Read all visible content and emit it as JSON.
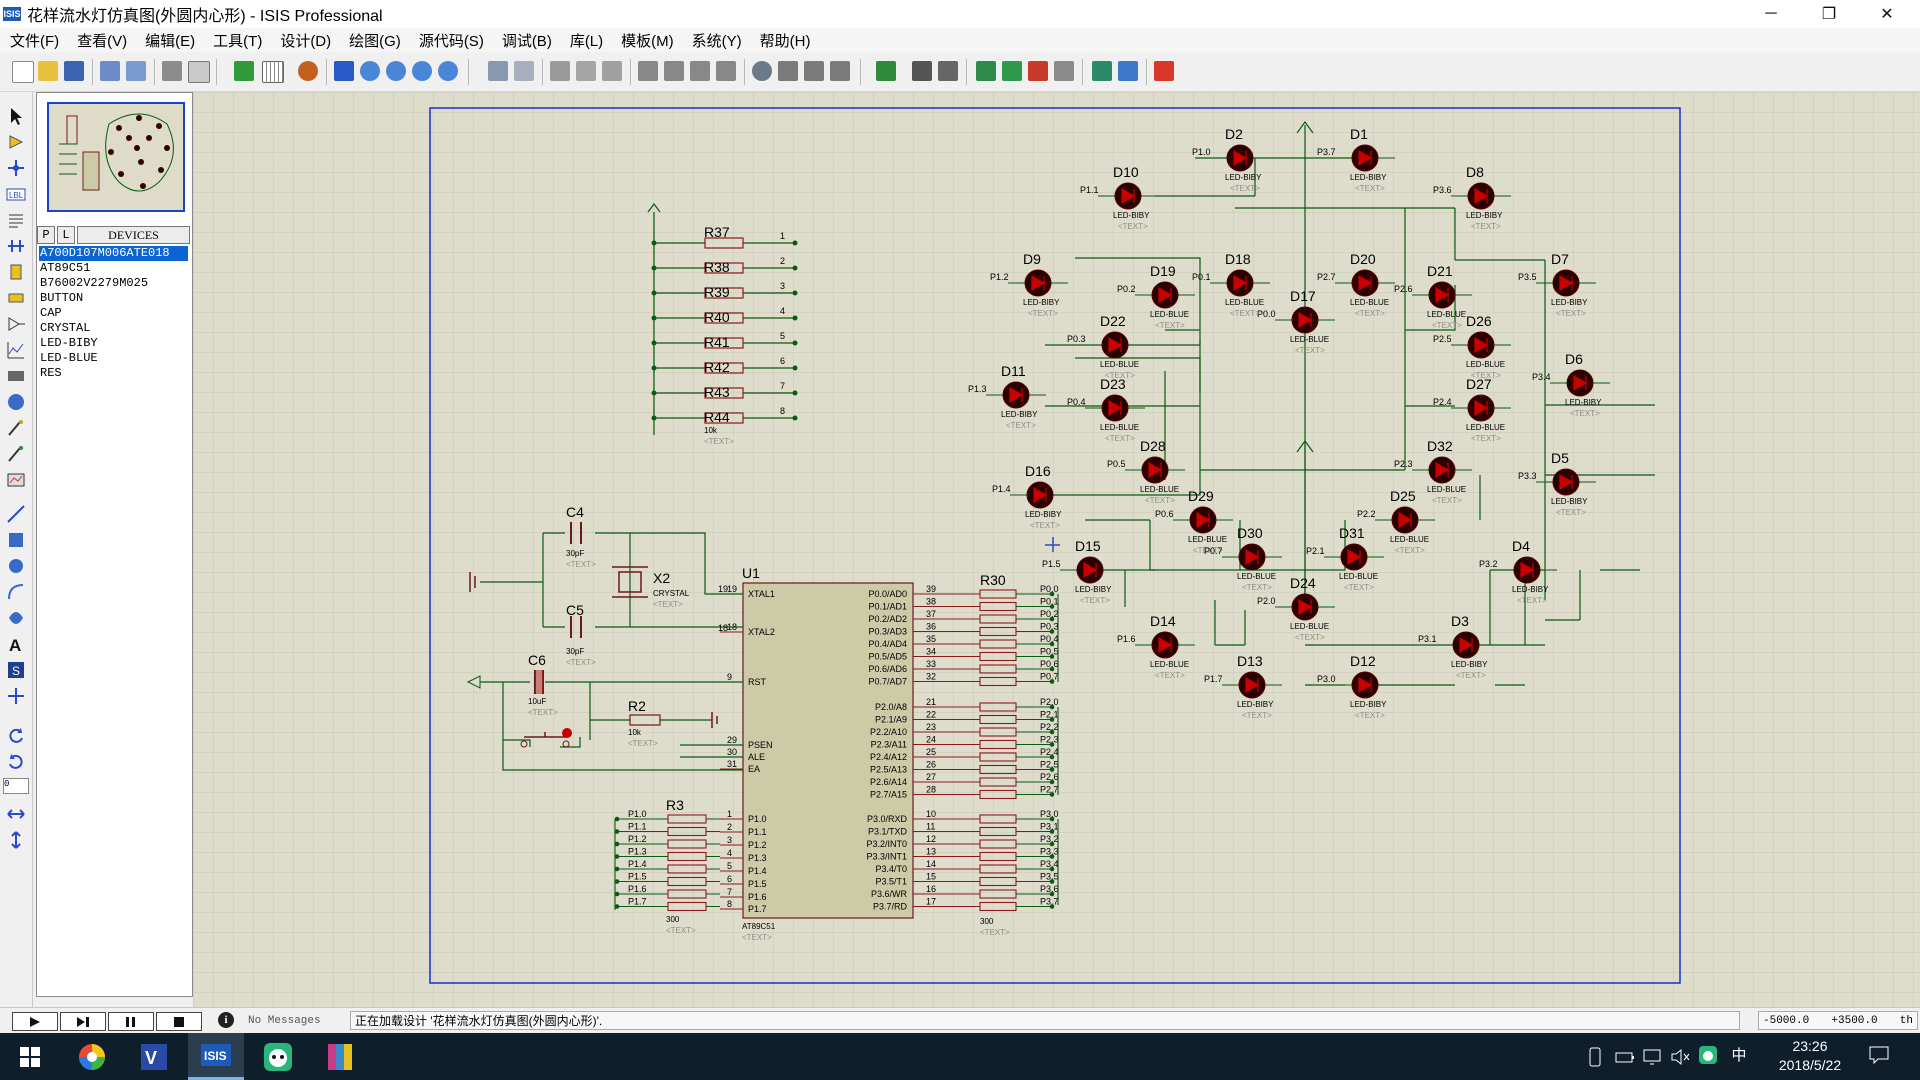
{
  "window": {
    "icon_text": "ISIS",
    "title": "花样流水灯仿真图(外圆内心形) - ISIS Professional",
    "minimize": "─",
    "restore": "❐",
    "close": "✕"
  },
  "menu": [
    "文件(F)",
    "查看(V)",
    "编辑(E)",
    "工具(T)",
    "设计(D)",
    "绘图(G)",
    "源代码(S)",
    "调试(B)",
    "库(L)",
    "模板(M)",
    "系统(Y)",
    "帮助(H)"
  ],
  "device_panel": {
    "p_button": "P",
    "l_button": "L",
    "title": "DEVICES",
    "devices": [
      "A700D107M006ATE018",
      "AT89C51",
      "B76002V2279M025",
      "BUTTON",
      "CAP",
      "CRYSTAL",
      "LED-BIBY",
      "LED-BLUE",
      "RES"
    ],
    "selected_index": 0
  },
  "schematic": {
    "mcu": {
      "ref": "U1",
      "part": "AT89C51",
      "text": "<TEXT>",
      "left_pins": [
        [
          "19",
          "XTAL1"
        ],
        [
          "18",
          "XTAL2"
        ],
        [
          "9",
          "RST"
        ],
        [
          "29",
          "PSEN"
        ],
        [
          "30",
          "ALE"
        ],
        [
          "31",
          "EA"
        ],
        [
          "1",
          "P1.0"
        ],
        [
          "2",
          "P1.1"
        ],
        [
          "3",
          "P1.2"
        ],
        [
          "4",
          "P1.3"
        ],
        [
          "5",
          "P1.4"
        ],
        [
          "6",
          "P1.5"
        ],
        [
          "7",
          "P1.6"
        ],
        [
          "8",
          "P1.7"
        ]
      ],
      "right_pins": [
        [
          "39",
          "P0.0/AD0"
        ],
        [
          "38",
          "P0.1/AD1"
        ],
        [
          "37",
          "P0.2/AD2"
        ],
        [
          "36",
          "P0.3/AD3"
        ],
        [
          "35",
          "P0.4/AD4"
        ],
        [
          "34",
          "P0.5/AD5"
        ],
        [
          "33",
          "P0.6/AD6"
        ],
        [
          "32",
          "P0.7/AD7"
        ],
        [
          "21",
          "P2.0/A8"
        ],
        [
          "22",
          "P2.1/A9"
        ],
        [
          "23",
          "P2.2/A10"
        ],
        [
          "24",
          "P2.3/A11"
        ],
        [
          "25",
          "P2.4/A12"
        ],
        [
          "26",
          "P2.5/A13"
        ],
        [
          "27",
          "P2.6/A14"
        ],
        [
          "28",
          "P2.7/A15"
        ],
        [
          "10",
          "P3.0/RXD"
        ],
        [
          "11",
          "P3.1/TXD"
        ],
        [
          "12",
          "P3.2/INT0"
        ],
        [
          "13",
          "P3.3/INT1"
        ],
        [
          "14",
          "P3.4/T0"
        ],
        [
          "15",
          "P3.5/T1"
        ],
        [
          "16",
          "P3.6/WR"
        ],
        [
          "17",
          "P3.7/RD"
        ]
      ]
    },
    "caps": [
      {
        "ref": "C4",
        "value": "30pF"
      },
      {
        "ref": "C5",
        "value": "30pF"
      },
      {
        "ref": "C6",
        "value": "10uF"
      }
    ],
    "crystal": {
      "ref": "X2",
      "part": "CRYSTAL"
    },
    "r2": {
      "ref": "R2",
      "value": "10k"
    },
    "r3": {
      "ref": "R3",
      "value": "300"
    },
    "r30": {
      "ref": "R30",
      "value": "300"
    },
    "p1_labels": [
      "P1.0",
      "P1.1",
      "P1.2",
      "P1.3",
      "P1.4",
      "P1.5",
      "P1.6",
      "P1.7"
    ],
    "p0_labels": [
      "P0.0",
      "P0.1",
      "P0.2",
      "P0.3",
      "P0.4",
      "P0.5",
      "P0.6",
      "P0.7"
    ],
    "p2_labels": [
      "P2.0",
      "P2.1",
      "P2.2",
      "P2.3",
      "P2.4",
      "P2.5",
      "P2.6",
      "P2.7"
    ],
    "p3_labels": [
      "P3.0",
      "P3.1",
      "P3.2",
      "P3.3",
      "P3.4",
      "P3.5",
      "P3.6",
      "P3.7"
    ],
    "res_pack": {
      "refs": [
        "R37",
        "R38",
        "R39",
        "R40",
        "R41",
        "R42",
        "R43",
        "R44"
      ],
      "value": "10k",
      "pins": [
        "1",
        "2",
        "3",
        "4",
        "5",
        "6",
        "7",
        "8"
      ]
    },
    "text_placeholder": "<TEXT>",
    "leds": [
      {
        "ref": "D1",
        "part": "LED-BIBY",
        "net": "P3.7"
      },
      {
        "ref": "D2",
        "part": "LED-BIBY",
        "net": "P1.0"
      },
      {
        "ref": "D3",
        "part": "LED-BIBY",
        "net": "P3.1"
      },
      {
        "ref": "D4",
        "part": "LED-BIBY",
        "net": "P3.2"
      },
      {
        "ref": "D5",
        "part": "LED-BIBY",
        "net": "P3.3"
      },
      {
        "ref": "D6",
        "part": "LED-BIBY",
        "net": "P3.4"
      },
      {
        "ref": "D7",
        "part": "LED-BIBY",
        "net": "P3.5"
      },
      {
        "ref": "D8",
        "part": "LED-BIBY",
        "net": "P3.6"
      },
      {
        "ref": "D9",
        "part": "LED-BIBY",
        "net": "P1.2"
      },
      {
        "ref": "D10",
        "part": "LED-BIBY",
        "net": "P1.1"
      },
      {
        "ref": "D11",
        "part": "LED-BIBY",
        "net": "P1.3"
      },
      {
        "ref": "D12",
        "part": "LED-BIBY",
        "net": "P3.0"
      },
      {
        "ref": "D13",
        "part": "LED-BIBY",
        "net": "P1.7"
      },
      {
        "ref": "D14",
        "part": "LED-BLUE",
        "net": "P1.6"
      },
      {
        "ref": "D15",
        "part": "LED-BIBY",
        "net": "P1.5"
      },
      {
        "ref": "D16",
        "part": "LED-BIBY",
        "net": "P1.4"
      },
      {
        "ref": "D17",
        "part": "LED-BLUE",
        "net": "P0.0"
      },
      {
        "ref": "D18",
        "part": "LED-BLUE",
        "net": "P0.1"
      },
      {
        "ref": "D19",
        "part": "LED-BLUE",
        "net": "P0.2"
      },
      {
        "ref": "D20",
        "part": "LED-BLUE",
        "net": "P2.7"
      },
      {
        "ref": "D21",
        "part": "LED-BLUE",
        "net": "P2.6"
      },
      {
        "ref": "D22",
        "part": "LED-BLUE",
        "net": "P0.3"
      },
      {
        "ref": "D23",
        "part": "LED-BLUE",
        "net": "P0.4"
      },
      {
        "ref": "D24",
        "part": "LED-BLUE",
        "net": "P2.0"
      },
      {
        "ref": "D25",
        "part": "LED-BLUE",
        "net": "P2.2"
      },
      {
        "ref": "D26",
        "part": "LED-BLUE",
        "net": "P2.5"
      },
      {
        "ref": "D27",
        "part": "LED-BLUE",
        "net": "P2.4"
      },
      {
        "ref": "D28",
        "part": "LED-BLUE",
        "net": "P0.5"
      },
      {
        "ref": "D29",
        "part": "LED-BLUE",
        "net": "P0.6"
      },
      {
        "ref": "D30",
        "part": "LED-BLUE",
        "net": "P0.7"
      },
      {
        "ref": "D31",
        "part": "LED-BLUE",
        "net": "P2.1"
      },
      {
        "ref": "D32",
        "part": "LED-BLUE",
        "net": "P2.3"
      }
    ]
  },
  "status": {
    "messages": "No Messages",
    "text": "正在加载设计 '花样流水灯仿真图(外圆内心形)'.",
    "coord_x": "-5000.0",
    "coord_y": "+3500.0",
    "unit": "th"
  },
  "taskbar": {
    "time": "23:26",
    "date": "2018/5/22",
    "ime": "中"
  },
  "colors": {
    "canvas": "#dedccb",
    "grid": "#c8c6b5",
    "border": "#1a2fc8",
    "wire": "#0a5a14",
    "part": "#8a1a1a",
    "led": "#c80000",
    "mcu_fill": "#cdcaa8"
  }
}
